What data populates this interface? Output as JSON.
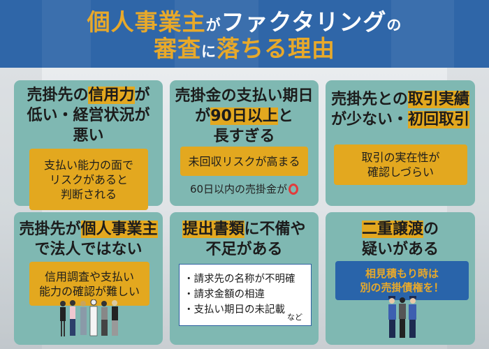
{
  "title": {
    "line1": [
      {
        "text": "個人事業主",
        "color": "#e8a92a"
      },
      {
        "text": "が",
        "color": "#ffffff"
      },
      {
        "text": "ファクタリング",
        "color": "#ffffff"
      },
      {
        "text": "の",
        "color": "#ffffff"
      }
    ],
    "line2": [
      {
        "text": "審査"
      },
      {
        "text": "に"
      },
      {
        "text": "落ちる理由"
      }
    ]
  },
  "colors": {
    "header": "#2f66a8",
    "card": "#7fb8b2",
    "highlight": "#e3a81f",
    "blue_box": "#2964aa",
    "circle": "#e23b3b"
  },
  "cards": [
    {
      "title": [
        "売掛先の",
        "信用力",
        "が",
        "低い・経営状況が",
        "悪い"
      ],
      "box": [
        "支払い能力の面で",
        "リスクがあると",
        "判断される"
      ]
    },
    {
      "title": [
        "売掛金の支払い期日",
        "が",
        "90日以上",
        "と",
        "長すぎる"
      ],
      "box": [
        "未回収リスクが高まる"
      ],
      "note": "60日以内の売掛金が",
      "note_icon": "red-circle-icon"
    },
    {
      "title": [
        "売掛先との",
        "取引実績",
        "が少ない・",
        "初回取引"
      ],
      "box": [
        "取引の実在性が",
        "確認しづらい"
      ]
    },
    {
      "title": [
        "売掛先が",
        "個人事業主",
        "で法人ではない"
      ],
      "box": [
        "信用調査や支払い",
        "能力の確認が難しい"
      ],
      "illustration": "people-illustration"
    },
    {
      "title": [
        "提出書類",
        "に不備や",
        "不足がある"
      ],
      "list": [
        "・請求先の名称が不明確",
        "・請求金額の相違",
        "・支払い期日の未記載"
      ],
      "list_suffix": "など"
    },
    {
      "title": [
        "二重譲渡",
        "の",
        "疑いがある"
      ],
      "box": [
        "相見積もり時は",
        "別の売掛債権を！"
      ],
      "illustration": "police-illustration"
    }
  ]
}
